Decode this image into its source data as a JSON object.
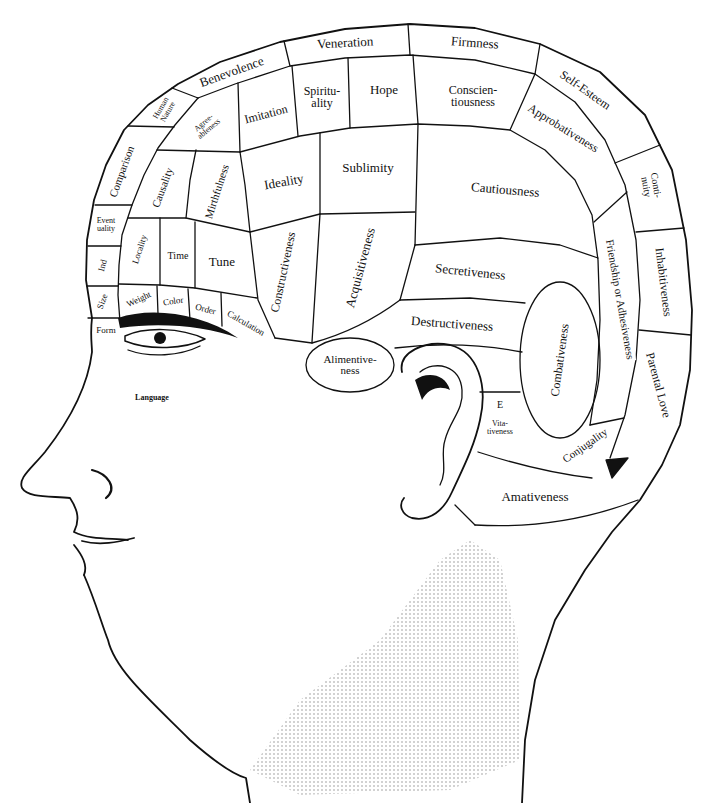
{
  "diagram": {
    "nodes": [
      {
        "text": [
          "Benevolence"
        ]
      },
      {
        "text": [
          "Veneration"
        ]
      },
      {
        "text": [
          "Firmness"
        ]
      },
      {
        "text": [
          "Human Nature"
        ]
      },
      {
        "text": [
          "Comparison"
        ]
      },
      {
        "text": [
          "Agree- ableness"
        ]
      },
      {
        "text": [
          "Imitation"
        ]
      },
      {
        "text": [
          "Spiritu- ality"
        ]
      },
      {
        "text": [
          "Hope"
        ]
      },
      {
        "text": [
          "Conscien- tiousness"
        ]
      },
      {
        "text": [
          "Self-Esteem"
        ]
      },
      {
        "text": [
          "Approbativeness"
        ]
      },
      {
        "text": [
          "Causality"
        ]
      },
      {
        "text": [
          "Mirthfulness"
        ]
      },
      {
        "text": [
          "Ideality"
        ]
      },
      {
        "text": [
          "Sublimity"
        ]
      },
      {
        "text": [
          "Cautiousness"
        ]
      },
      {
        "text": [
          "Conti- nuity"
        ]
      },
      {
        "text": [
          "Event uality"
        ]
      },
      {
        "text": [
          "Locality"
        ]
      },
      {
        "text": [
          "Time"
        ]
      },
      {
        "text": [
          "Tune"
        ]
      },
      {
        "text": [
          "Constructiveness"
        ]
      },
      {
        "text": [
          "Acquisitiveness"
        ]
      },
      {
        "text": [
          "Secretiveness"
        ]
      },
      {
        "text": [
          "Friendship or Adhesiveness"
        ]
      },
      {
        "text": [
          "Inhabitiveness"
        ]
      },
      {
        "text": [
          "Ind"
        ]
      },
      {
        "text": [
          "Size"
        ]
      },
      {
        "text": [
          "Weight"
        ]
      },
      {
        "text": [
          "Color"
        ]
      },
      {
        "text": [
          "Order"
        ]
      },
      {
        "text": [
          "Calculation"
        ]
      },
      {
        "text": [
          "Form"
        ]
      },
      {
        "text": [
          "Destructiveness"
        ]
      },
      {
        "text": [
          "Combativeness"
        ]
      },
      {
        "text": [
          "Alimentive- ness"
        ]
      },
      {
        "text": [
          "Parental Love"
        ]
      },
      {
        "text": [
          "E"
        ]
      },
      {
        "text": [
          "Vita- tiveness"
        ]
      },
      {
        "text": [
          "Conjugality"
        ]
      },
      {
        "text": [
          "Amativeness"
        ]
      }
    ],
    "labels": [
      "Language"
    ]
  }
}
